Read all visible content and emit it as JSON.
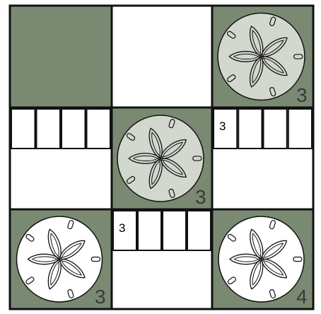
{
  "colors": {
    "green": "#7a8a72",
    "white": "#ffffff",
    "border": "#111111",
    "coin_light": "#d3d8cf",
    "coin_white": "#ffffff",
    "number": "#3a3a3a"
  },
  "grid": {
    "rows": [
      [
        {
          "type": "green"
        },
        {
          "type": "white"
        },
        {
          "type": "sand-dollar",
          "coin": "light",
          "number": "3"
        }
      ],
      [
        {
          "type": "track",
          "value": ""
        },
        {
          "type": "sand-dollar",
          "coin": "light",
          "number": "3"
        },
        {
          "type": "track",
          "value": "3"
        }
      ],
      [
        {
          "type": "sand-dollar",
          "coin": "white",
          "number": "3"
        },
        {
          "type": "track",
          "value": "3"
        },
        {
          "type": "sand-dollar",
          "coin": "white",
          "number": "4"
        }
      ]
    ]
  },
  "icons": {
    "coin": "sand-dollar-icon"
  }
}
